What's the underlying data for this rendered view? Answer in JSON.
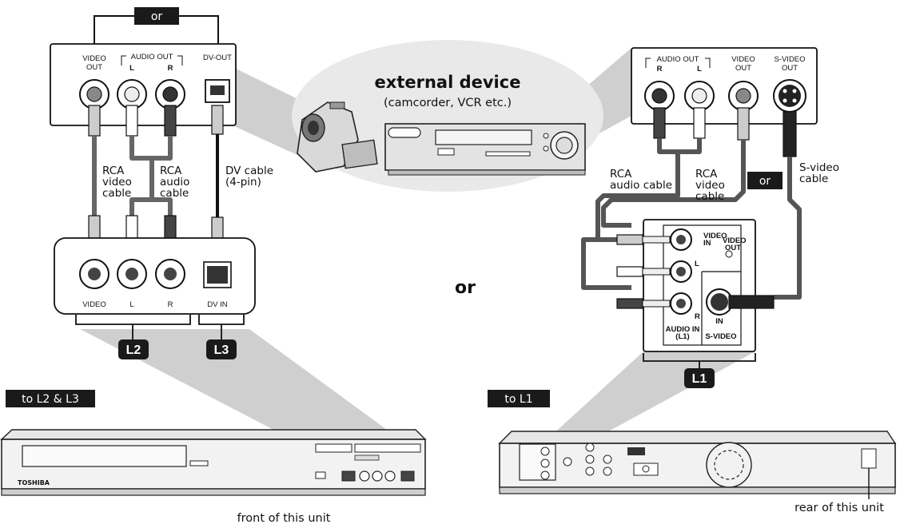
{
  "external_device": {
    "title": "external device",
    "subtitle": "(camcorder, VCR etc.)"
  },
  "left": {
    "or_top": "or",
    "source_panel": {
      "video_out": [
        "VIDEO",
        "OUT"
      ],
      "audio_out": "AUDIO OUT",
      "audio_l": "L",
      "audio_r": "R",
      "dv_out": "DV-OUT"
    },
    "cables": {
      "video": [
        "RCA",
        "video",
        "cable"
      ],
      "audio": [
        "RCA",
        "audio",
        "cable"
      ],
      "dv": [
        "DV cable",
        "(4-pin)"
      ]
    },
    "jack_panel": {
      "video": "VIDEO",
      "l": "L",
      "r": "R",
      "dv_in": "DV IN"
    },
    "badge_l2": "L2",
    "badge_l3": "L3",
    "tag": "to L2 & L3",
    "unit_brand": "TOSHIBA",
    "caption": "front of this unit"
  },
  "center_or": "or",
  "right": {
    "source_panel": {
      "audio_out": "AUDIO OUT",
      "audio_r": "R",
      "audio_l": "L",
      "video_out": [
        "VIDEO",
        "OUT"
      ],
      "svideo_out": [
        "S-VIDEO",
        "OUT"
      ]
    },
    "cables": {
      "audio": [
        "RCA",
        "audio cable"
      ],
      "video": [
        "RCA",
        "video",
        "cable"
      ],
      "or_tag": "or",
      "svideo": [
        "S-video",
        "cable"
      ]
    },
    "jack_panel": {
      "video_in": [
        "VIDEO",
        "IN"
      ],
      "video_out": [
        "VIDEO",
        "OUT"
      ],
      "l": "L",
      "r": "R",
      "audio_in": [
        "AUDIO IN",
        "(L1)"
      ],
      "in": "IN",
      "svideo": "S-VIDEO"
    },
    "badge_l1": "L1",
    "tag": "to L1",
    "caption": "rear of this unit"
  },
  "colors": {
    "tag_bg": "#1a1a1a",
    "beam": "#cfcfcf",
    "device_ellipse": "#e9e9e9",
    "cable": "#555555"
  }
}
